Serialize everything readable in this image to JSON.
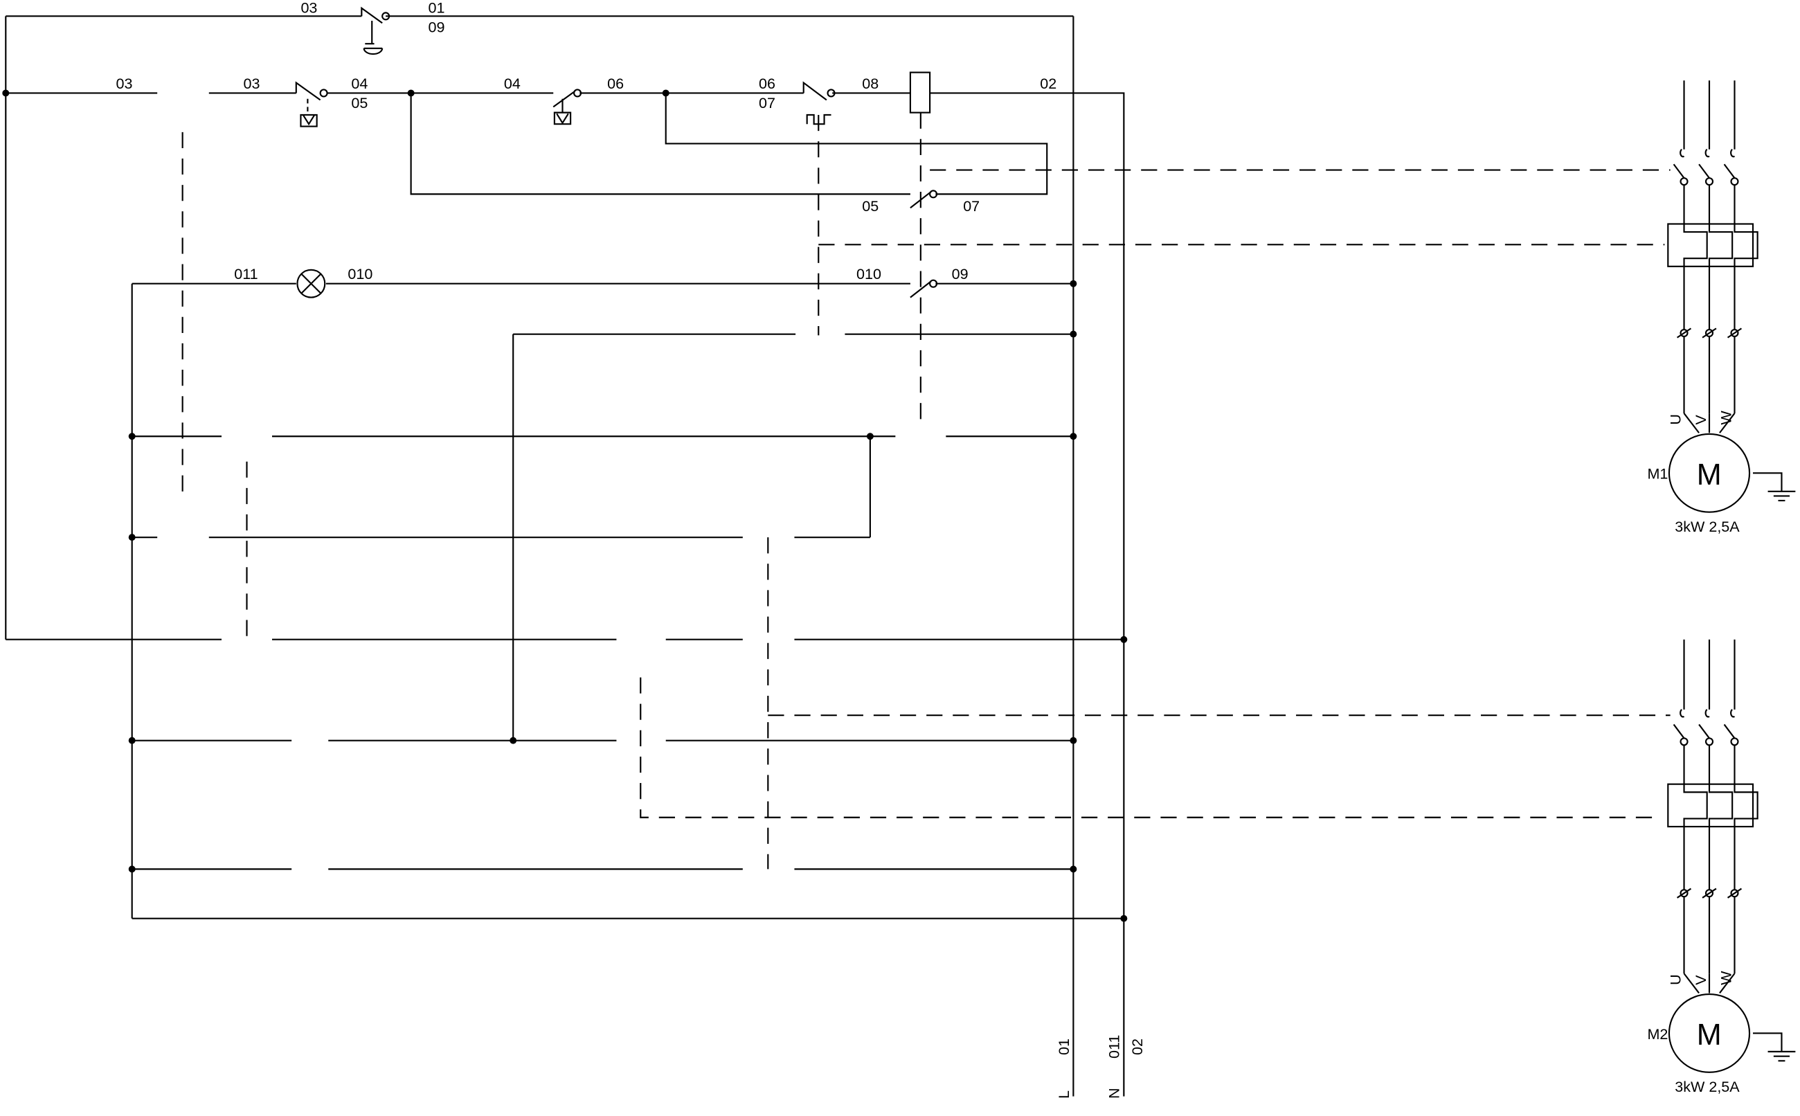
{
  "labels": [
    "03",
    "01",
    "09",
    "03",
    "03",
    "04",
    "05",
    "04",
    "06",
    "06",
    "07",
    "08",
    "02",
    "05",
    "07",
    "011",
    "010",
    "010",
    "09",
    "L",
    "01",
    "N",
    "011",
    "02"
  ],
  "motors": [
    {
      "phases": [
        "U",
        "V",
        "W"
      ],
      "symbol": "M",
      "name": "M1",
      "rating": "3kW 2,5A"
    },
    {
      "phases": [
        "U",
        "V",
        "W"
      ],
      "symbol": "M",
      "name": "M2",
      "rating": "3kW 2,5A"
    }
  ],
  "colors": {
    "line": "#000000",
    "background": "#ffffff"
  }
}
